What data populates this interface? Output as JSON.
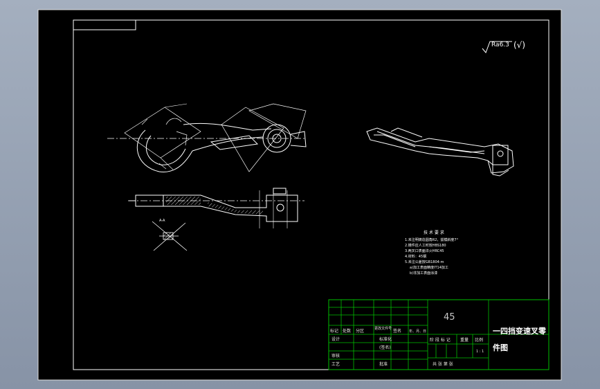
{
  "roughness": {
    "symbol": "Ra6.3",
    "suffix": "(√)"
  },
  "tech_requirements": {
    "title": "技 术 要 求",
    "items": [
      "1.未注明铸造圆角R2，拔模斜度7°",
      "2.铸件应人工时效HBS180",
      "3.两叉口表面淬火HRC45",
      "4.材料：45钢",
      "5.未注公差按GB1804-m",
      "a)加工表面精度IT14加工",
      "b)非加工表面涂漆"
    ]
  },
  "section_label": "A-A",
  "title_block": {
    "material": "45",
    "part_name_line1": "一四挡变速叉零",
    "part_name_line2": "件图",
    "header_labels": [
      "标记",
      "处数",
      "分区",
      "更改文件号",
      "签名",
      "年、月、日"
    ],
    "left_labels": [
      "设计",
      "审核",
      "工艺"
    ],
    "mid_labels": [
      "标准化",
      "(签名)",
      "批准"
    ],
    "right_headers": [
      "阶 段 标 记",
      "重量",
      "比例"
    ],
    "scale": "1 : 1",
    "sheet": "共 张 第 张"
  }
}
